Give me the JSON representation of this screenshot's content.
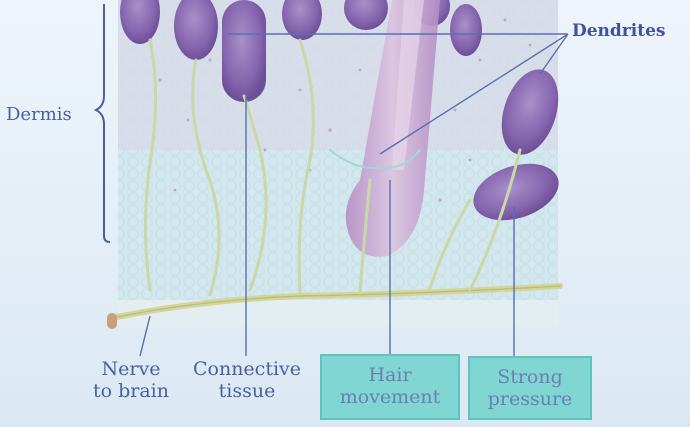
{
  "labels": {
    "dermis": "Dermis",
    "dendrites": "Dendrites",
    "nerve_line1": "Nerve",
    "nerve_line2": "to brain",
    "connective_line1": "Connective",
    "connective_line2": "tissue",
    "hair_line1": "Hair",
    "hair_line2": "movement",
    "strong_line1": "Strong",
    "strong_line2": "pressure"
  },
  "colors": {
    "label_text": "#4a5fa0",
    "leader_line": "#5a6fb0",
    "box_fill": "#7fd6d2",
    "box_text": "#6d7fb0",
    "tissue": "#cfe6ec",
    "receptor_purple": "#8e6fb4",
    "nerve_fiber": "#d8d89a",
    "hair_follicle": "#c9a7d0"
  }
}
